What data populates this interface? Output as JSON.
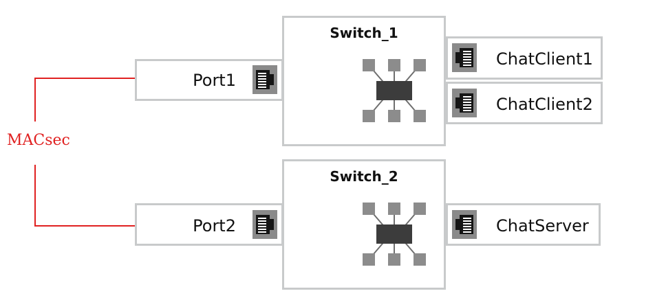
{
  "switches": [
    {
      "title": "Switch_1"
    },
    {
      "title": "Switch_2"
    }
  ],
  "ports": {
    "port1": "Port1",
    "port2": "Port2",
    "chat_client1": "ChatClient1",
    "chat_client2": "ChatClient2",
    "chat_server": "ChatServer"
  },
  "link": {
    "label": "MACsec",
    "color": "#e02020"
  },
  "icons": [
    "switch-icon",
    "ethernet-port-icon"
  ]
}
